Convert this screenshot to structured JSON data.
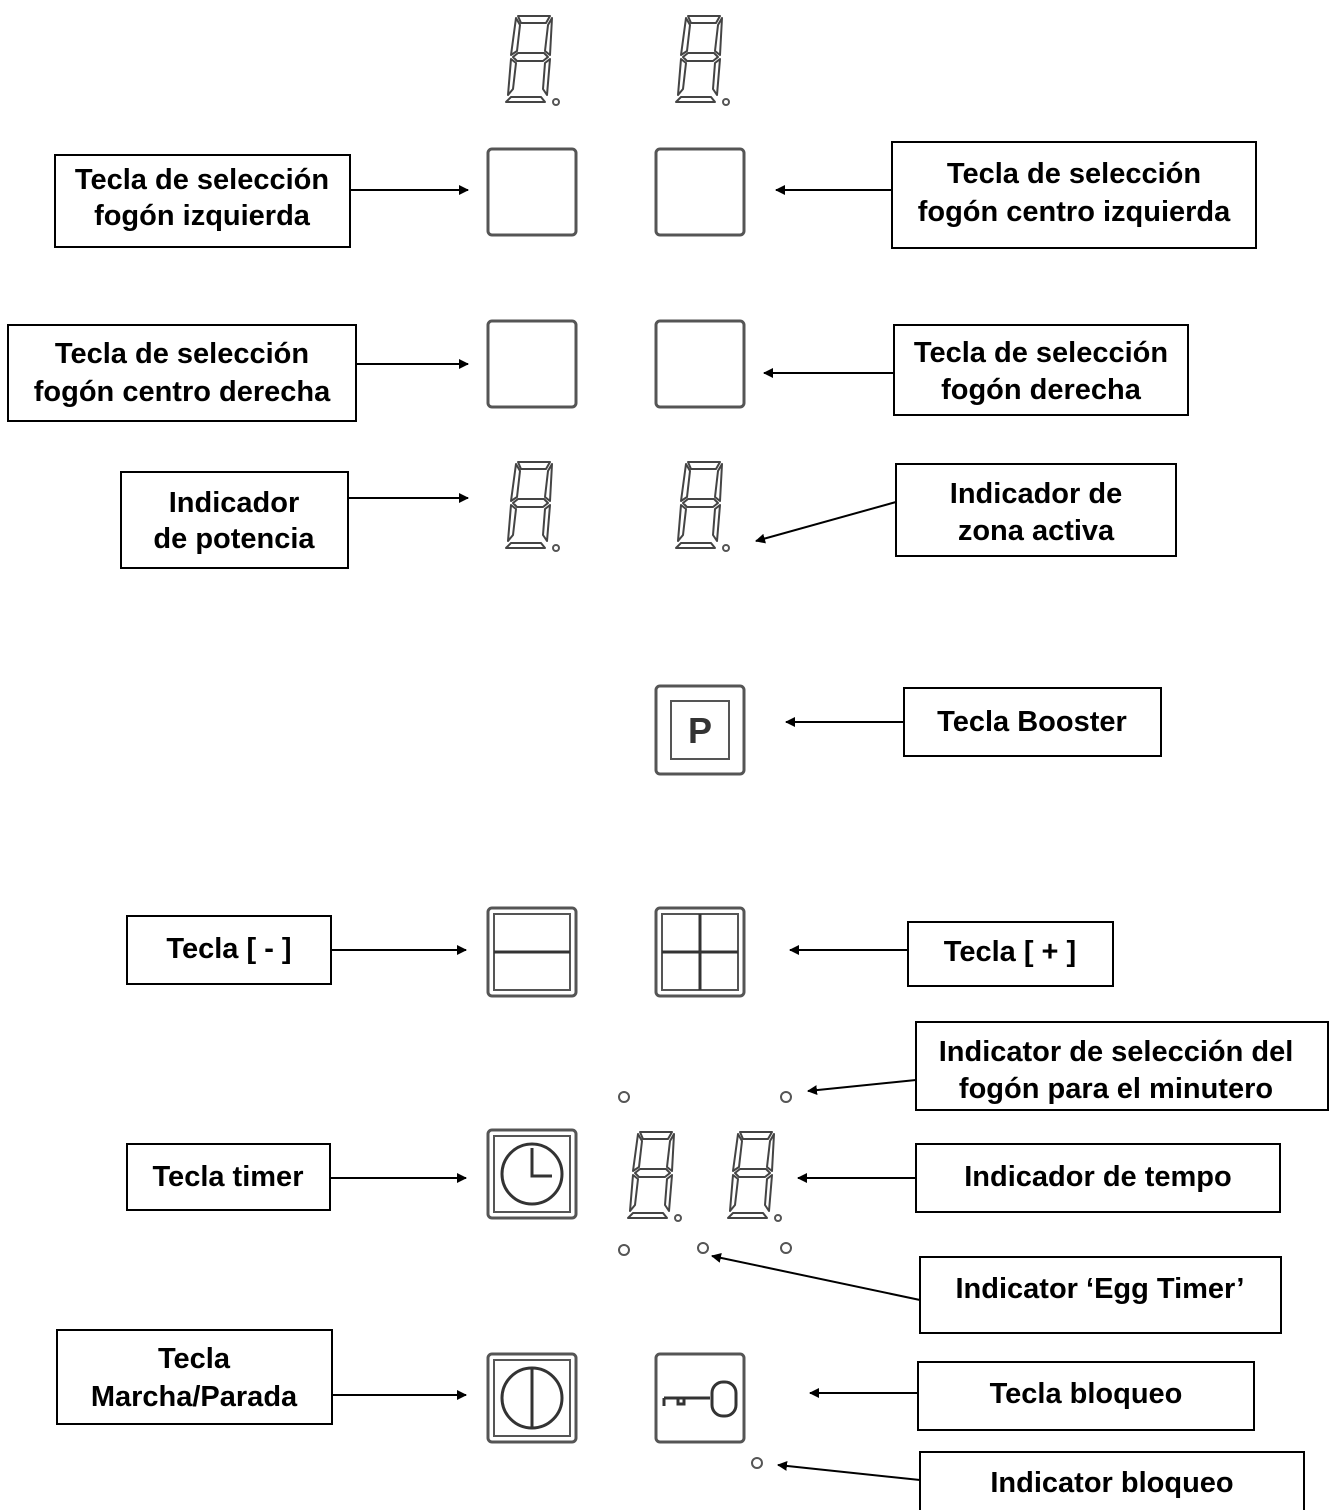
{
  "labels": {
    "sel_left": [
      "Tecla de selección",
      "fogón izquierda"
    ],
    "sel_center_left": [
      "Tecla de selección",
      "fogón centro izquierda"
    ],
    "sel_center_right": [
      "Tecla de selección",
      "fogón centro derecha"
    ],
    "sel_right": [
      "Tecla de selección",
      "fogón derecha"
    ],
    "power_indicator": [
      "Indicador",
      "de potencia"
    ],
    "active_zone_indicator": [
      "Indicador de",
      "zona activa"
    ],
    "booster_key": [
      "Tecla Booster"
    ],
    "minus_key": [
      "Tecla [ - ]"
    ],
    "plus_key": [
      "Tecla [ + ]"
    ],
    "timer_zone_indicator": [
      "Indicator de selección del",
      "fogón para el minutero"
    ],
    "timer_key": [
      "Tecla timer"
    ],
    "time_indicator": [
      "Indicador de tempo"
    ],
    "egg_timer_indicator": [
      "Indicator ‘Egg Timer’"
    ],
    "on_off_key": [
      "Tecla",
      "Marcha/Parada"
    ],
    "lock_key": [
      "Tecla bloqueo"
    ],
    "lock_indicator": [
      "Indicator bloqueo"
    ]
  },
  "glyphs": {
    "booster_letter": "P"
  },
  "colors": {
    "line": "#000000",
    "panel_outline": "#555555"
  }
}
